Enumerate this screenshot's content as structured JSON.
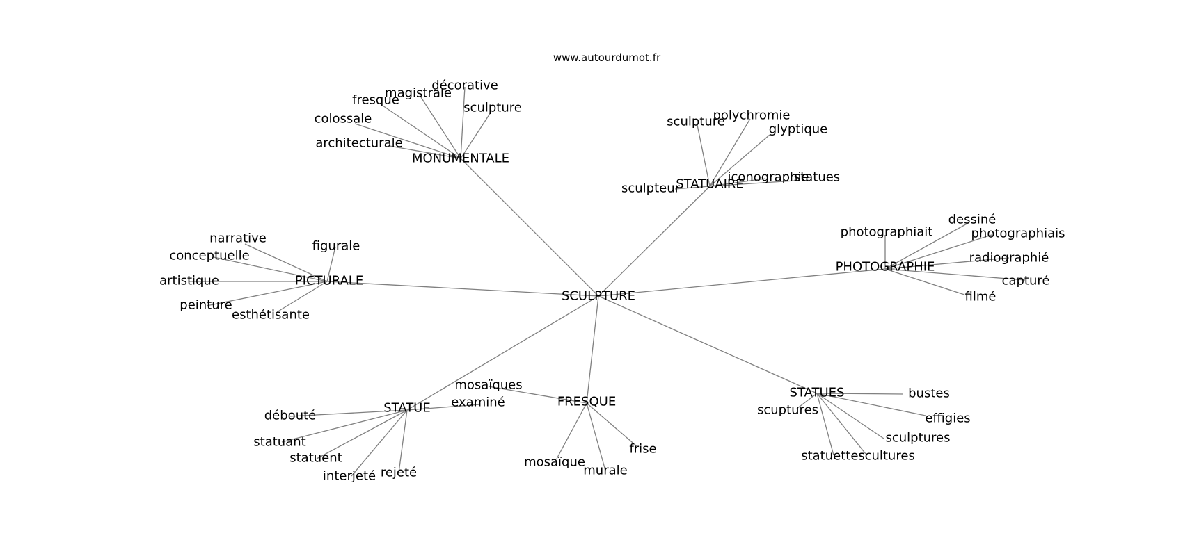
{
  "source_label": "www.autourdumot.fr",
  "edge_color": "#808080",
  "center": "SCULPTURE",
  "clusters": [
    {
      "id": "monumentale",
      "label": "MONUMENTALE",
      "words": [
        "architecturale",
        "colossale",
        "fresque",
        "magistrale",
        "décorative",
        "sculpture"
      ]
    },
    {
      "id": "statuaire",
      "label": "STATUAIRE",
      "words": [
        "sculpture",
        "polychromie",
        "glyptique",
        "iconographie",
        "statues",
        "sculpteur"
      ]
    },
    {
      "id": "picturale",
      "label": "PICTURALE",
      "words": [
        "narrative",
        "conceptuelle",
        "artistique",
        "peinture",
        "esthétisante",
        "figurale"
      ]
    },
    {
      "id": "photographie",
      "label": "PHOTOGRAPHIE",
      "words": [
        "photographiait",
        "dessiné",
        "photographiais",
        "radiographié",
        "capturé",
        "filmé"
      ]
    },
    {
      "id": "statue",
      "label": "STATUE",
      "words": [
        "débouté",
        "statuant",
        "statuent",
        "interjeté",
        "rejeté",
        "examiné"
      ]
    },
    {
      "id": "fresque",
      "label": "FRESQUE",
      "words": [
        "mosaïques",
        "mosaïque",
        "murale",
        "frise"
      ]
    },
    {
      "id": "statues",
      "label": "STATUES",
      "words": [
        "bustes",
        "effigies",
        "sculptures",
        "scultures",
        "statuettes",
        "scuptures"
      ]
    }
  ]
}
